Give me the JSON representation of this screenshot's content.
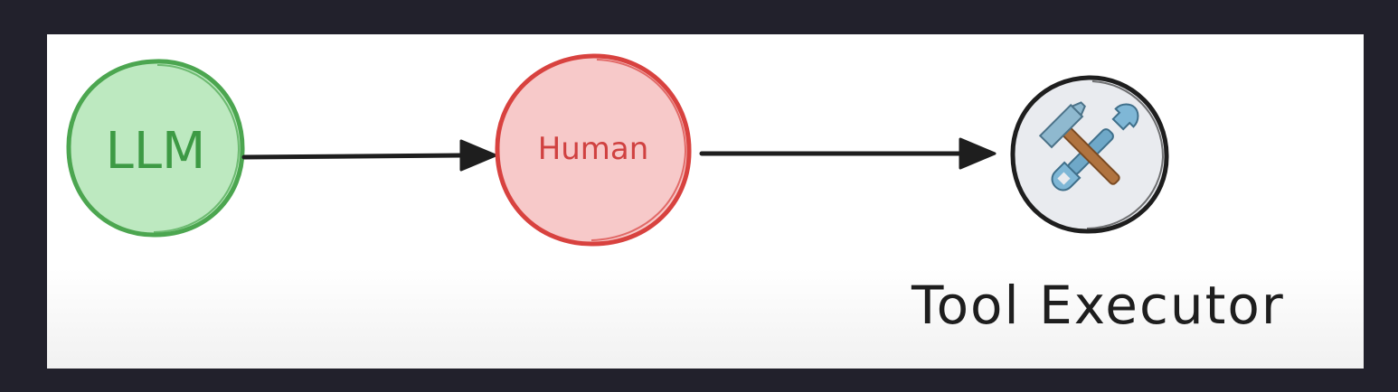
{
  "nodes": {
    "llm": {
      "label": "LLM",
      "fill": "#bde9c0",
      "stroke": "#4ca650",
      "text_color": "#3d9a44"
    },
    "human": {
      "label": "Human",
      "fill": "#f7c9c9",
      "stroke": "#d8423f",
      "text_color": "#d04140"
    },
    "tool": {
      "icon": "hammer-and-wrench-icon",
      "fill": "#e9ebef",
      "stroke": "#1e1e1e"
    }
  },
  "caption": {
    "tool_executor": "Tool Executor"
  },
  "colors": {
    "background": "#22212c",
    "canvas": "#ffffff",
    "arrow": "#1e1e1e"
  }
}
